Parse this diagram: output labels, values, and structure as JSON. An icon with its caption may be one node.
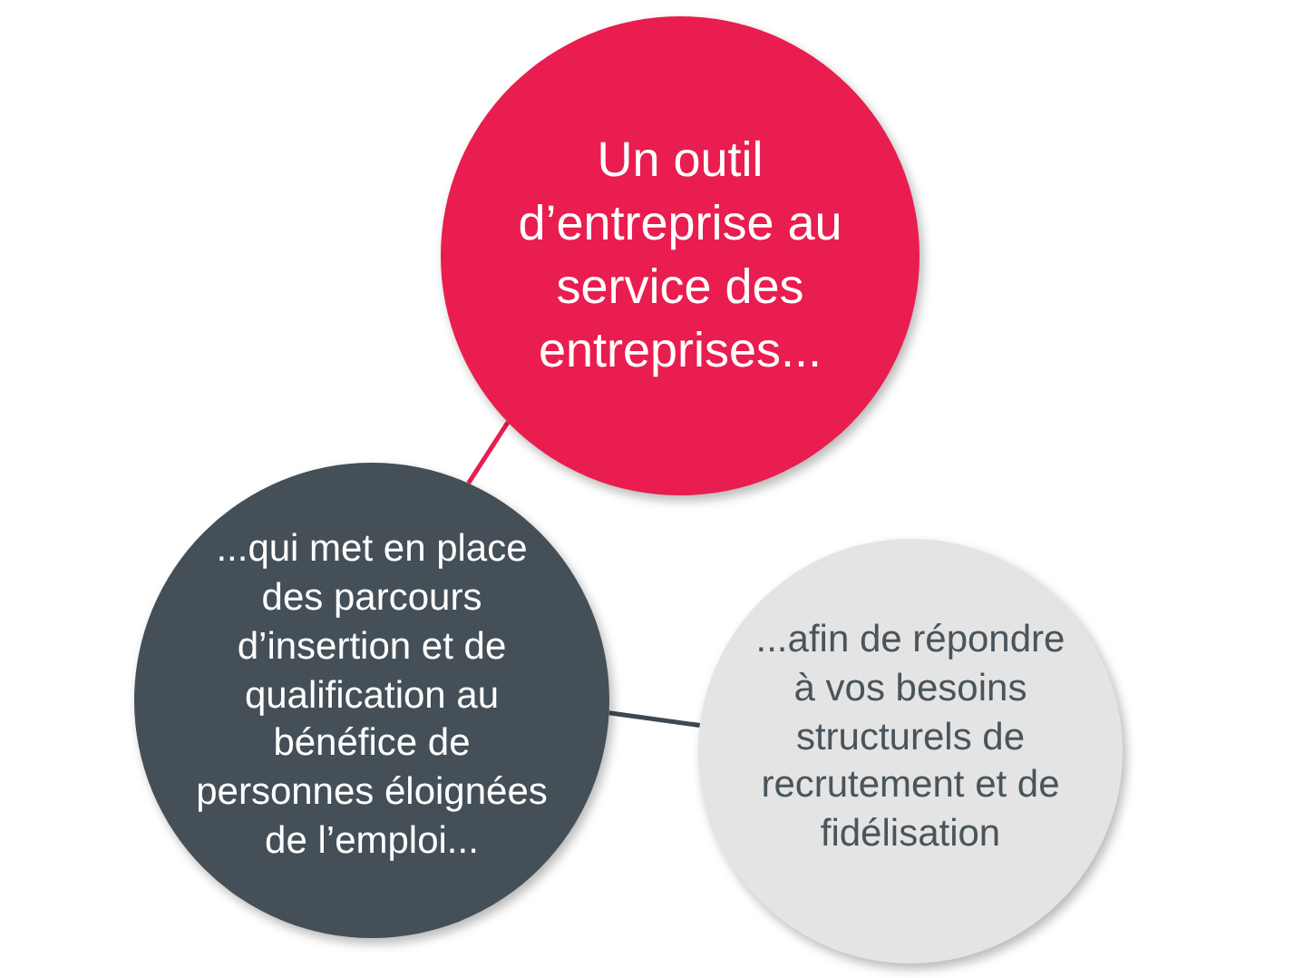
{
  "diagram": {
    "nodes": [
      {
        "text": [
          "Un outil d’entreprise au service des entreprises..."
        ]
      },
      {
        "text": [
          "...qui met en place des parcours d’insertion et de qualification au bénéfice de personnes éloignées de l’emploi..."
        ]
      },
      {
        "text": [
          "...afin de répondre à vos besoins structurels de recrutement et de fidélisation"
        ]
      }
    ],
    "edges": [
      {
        "from": 0,
        "to": 1,
        "arrow": "none",
        "color": "#e91d4f"
      },
      {
        "from": 1,
        "to": 2,
        "arrow": "none",
        "color": "#3e4850"
      }
    ]
  }
}
